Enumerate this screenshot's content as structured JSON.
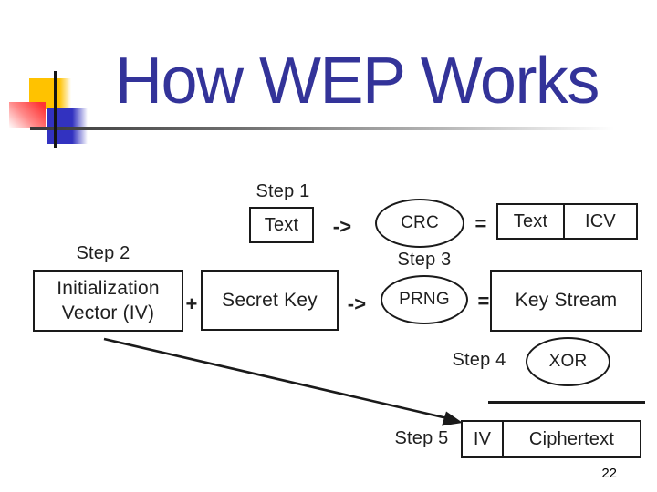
{
  "slide": {
    "title": "How WEP Works",
    "page_number": "22"
  },
  "colors": {
    "title_text": "#333399",
    "accent_yellow": "#ffc200",
    "accent_red": "#ff3434",
    "accent_blue": "#3232c0",
    "diagram_ink": "#1f1f1f",
    "background": "#ffffff"
  },
  "diagram": {
    "step1": {
      "label": "Step 1",
      "input_box": "Text",
      "arrow": "->",
      "process": "CRC",
      "equals": "=",
      "output_left": "Text",
      "output_right": "ICV"
    },
    "step2": {
      "label": "Step 2",
      "iv_line1": "Initialization",
      "iv_line2": "Vector (IV)",
      "plus": "+",
      "secret_key": "Secret Key",
      "arrow": "->",
      "process": "PRNG",
      "equals": "=",
      "output": "Key Stream"
    },
    "step3": {
      "label": "Step 3"
    },
    "step4": {
      "label": "Step 4",
      "process": "XOR"
    },
    "step5": {
      "label": "Step 5",
      "output_left": "IV",
      "output_right": "Ciphertext"
    }
  }
}
